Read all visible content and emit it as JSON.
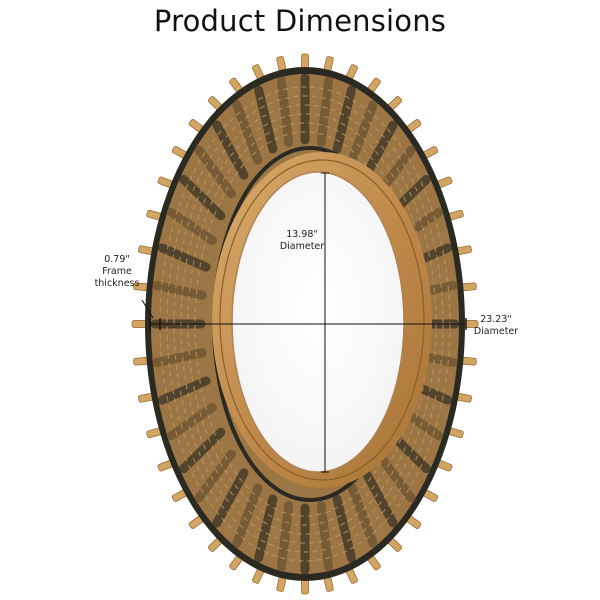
{
  "title": "Product Dimensions",
  "dimensions": {
    "inner": {
      "value": "13.98\"",
      "label": "Diameter"
    },
    "frame": {
      "value": "0.79\"",
      "label_line1": "Frame",
      "label_line2": "thickness"
    },
    "outer": {
      "value": "23.23\"",
      "label": "Diameter"
    }
  },
  "colors": {
    "wood": "#c89a5a",
    "wood_dark": "#9a6f36",
    "wicker": "#a57d4c",
    "wire": "#2a2a22",
    "line": "#111111"
  }
}
